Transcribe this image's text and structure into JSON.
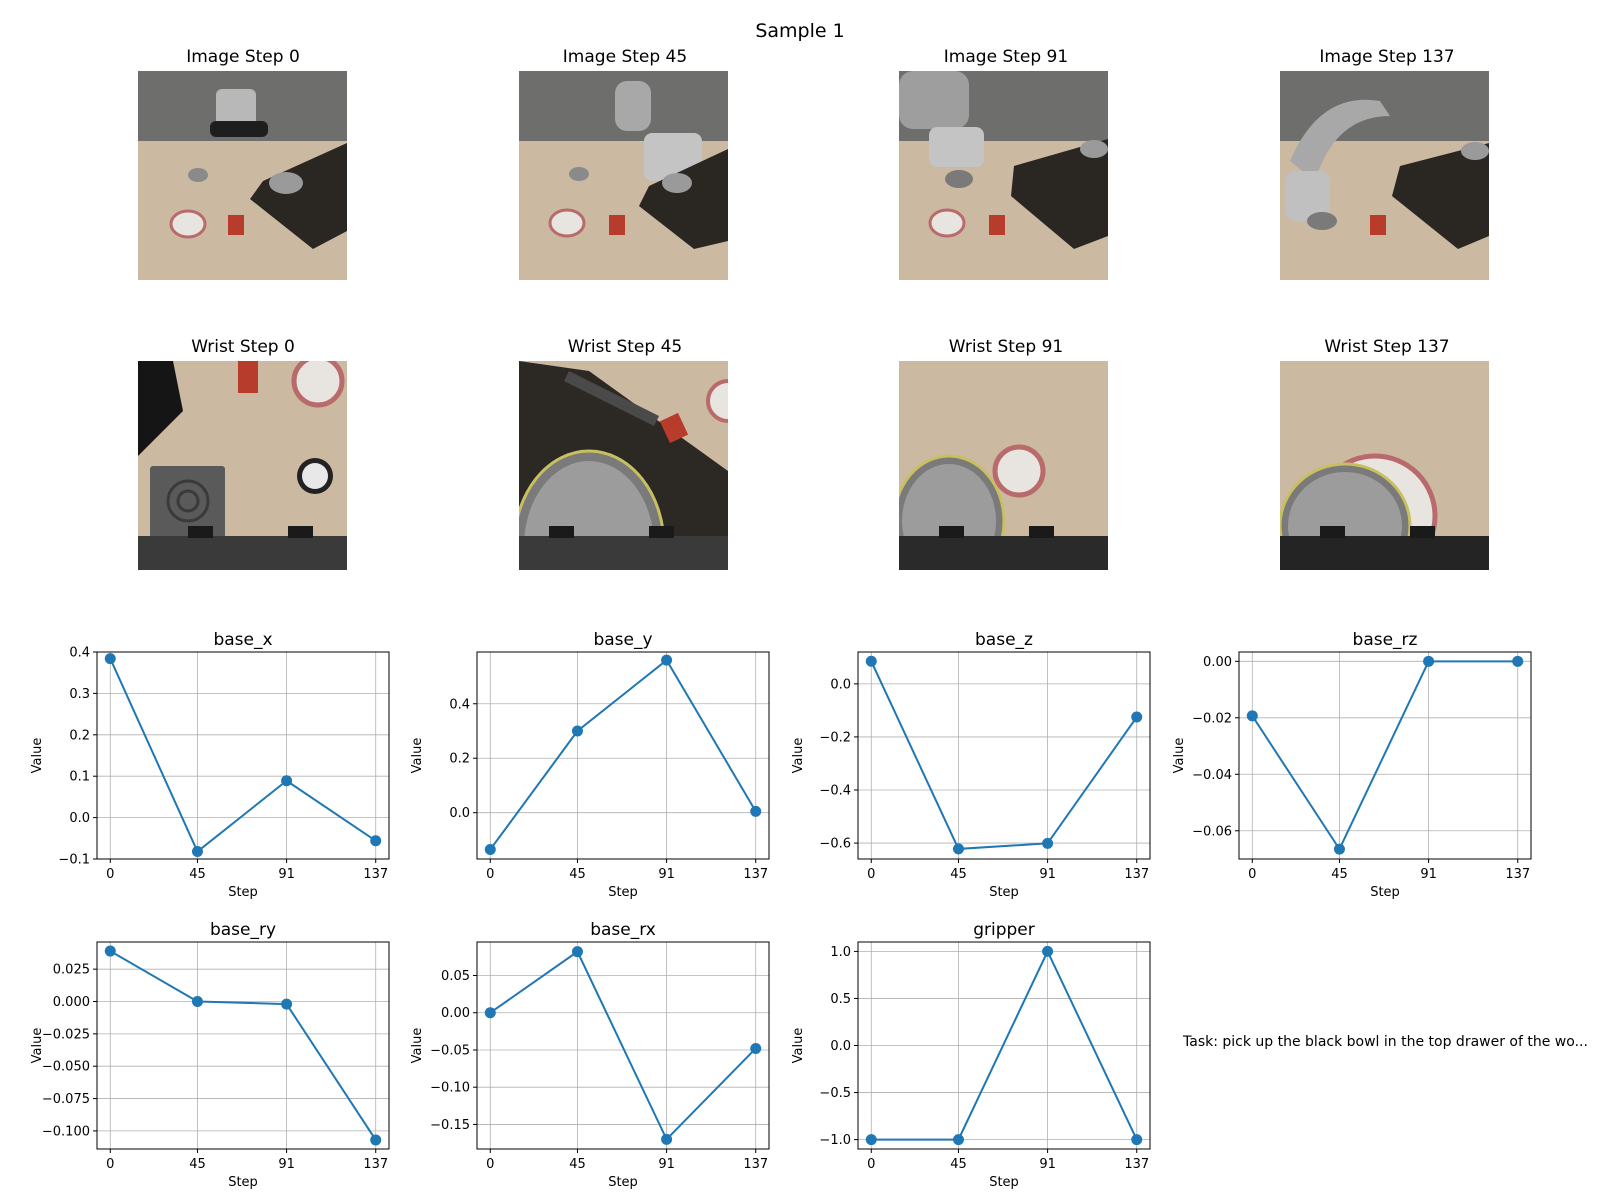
{
  "suptitle": "Sample 1",
  "image_titles": [
    "Image Step 0",
    "Image Step 45",
    "Image Step 91",
    "Image Step 137"
  ],
  "wrist_titles": [
    "Wrist Step 0",
    "Wrist Step 45",
    "Wrist Step 91",
    "Wrist Step 137"
  ],
  "task_text": "Task: pick up the black bowl in the top drawer of the wo...",
  "colors": {
    "line": "#1f77b4",
    "grid": "#b0b0b0",
    "wall": "#6e6e6c",
    "table": "#cbb9a2",
    "cabinet": "#2a2622"
  },
  "chart_data": [
    {
      "type": "line",
      "title": "base_x",
      "xlabel": "Step",
      "ylabel": "Value",
      "x": [
        0,
        45,
        91,
        137
      ],
      "values": [
        0.384,
        -0.082,
        0.089,
        -0.056
      ],
      "ylim": [
        -0.1,
        0.4
      ],
      "yticks": [
        -0.1,
        0.0,
        0.1,
        0.2,
        0.3,
        0.4
      ],
      "ytick_labels": [
        "−0.1",
        "0.0",
        "0.1",
        "0.2",
        "0.3",
        "0.4"
      ],
      "grid": true
    },
    {
      "type": "line",
      "title": "base_y",
      "xlabel": "Step",
      "ylabel": "Value",
      "x": [
        0,
        45,
        91,
        137
      ],
      "values": [
        -0.135,
        0.3,
        0.56,
        0.005
      ],
      "ylim": [
        -0.17,
        0.59
      ],
      "yticks": [
        0.0,
        0.2,
        0.4
      ],
      "ytick_labels": [
        "0.0",
        "0.2",
        "0.4"
      ],
      "grid": true
    },
    {
      "type": "line",
      "title": "base_z",
      "xlabel": "Step",
      "ylabel": "Value",
      "x": [
        0,
        45,
        91,
        137
      ],
      "values": [
        0.085,
        -0.622,
        -0.601,
        -0.125
      ],
      "ylim": [
        -0.66,
        0.12
      ],
      "yticks": [
        -0.6,
        -0.4,
        -0.2,
        0.0
      ],
      "ytick_labels": [
        "−0.6",
        "−0.4",
        "−0.2",
        "0.0"
      ],
      "grid": true
    },
    {
      "type": "line",
      "title": "base_rz",
      "xlabel": "Step",
      "ylabel": "Value",
      "x": [
        0,
        45,
        91,
        137
      ],
      "values": [
        -0.0193,
        -0.0665,
        0.0,
        0.0
      ],
      "ylim": [
        -0.07,
        0.0033
      ],
      "yticks": [
        -0.06,
        -0.04,
        -0.02,
        0.0
      ],
      "ytick_labels": [
        "−0.06",
        "−0.04",
        "−0.02",
        "0.00"
      ],
      "grid": true
    },
    {
      "type": "line",
      "title": "base_ry",
      "xlabel": "Step",
      "ylabel": "Value",
      "x": [
        0,
        45,
        91,
        137
      ],
      "values": [
        0.039,
        0.0,
        -0.002,
        -0.107
      ],
      "ylim": [
        -0.114,
        0.046
      ],
      "yticks": [
        -0.1,
        -0.075,
        -0.05,
        -0.025,
        0.0,
        0.025
      ],
      "ytick_labels": [
        "−0.100",
        "−0.075",
        "−0.050",
        "−0.025",
        "0.000",
        "0.025"
      ],
      "grid": true
    },
    {
      "type": "line",
      "title": "base_rx",
      "xlabel": "Step",
      "ylabel": "Value",
      "x": [
        0,
        45,
        91,
        137
      ],
      "values": [
        0.0,
        0.082,
        -0.17,
        -0.048
      ],
      "ylim": [
        -0.183,
        0.095
      ],
      "yticks": [
        -0.15,
        -0.1,
        -0.05,
        0.0,
        0.05
      ],
      "ytick_labels": [
        "−0.15",
        "−0.10",
        "−0.05",
        "0.00",
        "0.05"
      ],
      "grid": true
    },
    {
      "type": "line",
      "title": "gripper",
      "xlabel": "Step",
      "ylabel": "Value",
      "x": [
        0,
        45,
        91,
        137
      ],
      "values": [
        -1.0,
        -1.0,
        1.0,
        -1.0
      ],
      "ylim": [
        -1.1,
        1.1
      ],
      "yticks": [
        -1.0,
        -0.5,
        0.0,
        0.5,
        1.0
      ],
      "ytick_labels": [
        "−1.0",
        "−0.5",
        "0.0",
        "0.5",
        "1.0"
      ],
      "grid": true
    }
  ]
}
